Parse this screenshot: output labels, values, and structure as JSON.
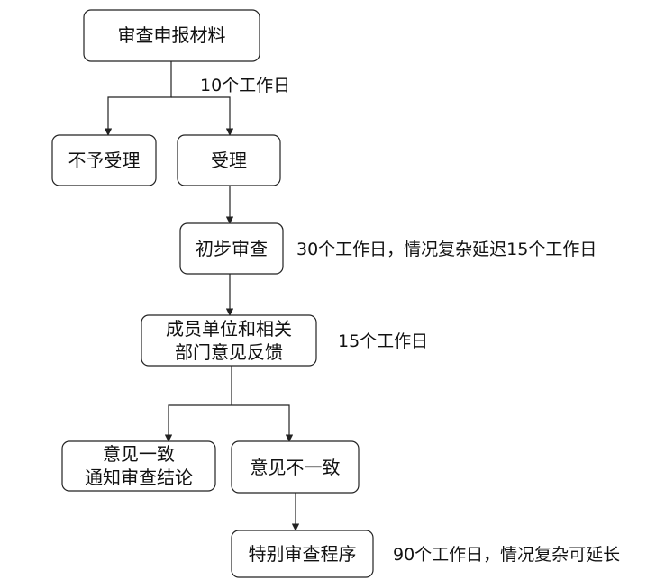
{
  "nodes": {
    "review": "审查申报材料",
    "reject": "不予受理",
    "accept": "受理",
    "initial": "初步审查",
    "feedback": [
      "成员单位和相关",
      "部门意见反馈"
    ],
    "agree": [
      "意见一致",
      "通知审查结论"
    ],
    "disagree": "意见不一致",
    "special": "特别审查程序"
  },
  "notes": {
    "d10": "10个工作日",
    "d30": "30个工作日，情况复杂延迟15个工作日",
    "d15": "15个工作日",
    "d90": "90个工作日，情况复杂可延长"
  }
}
